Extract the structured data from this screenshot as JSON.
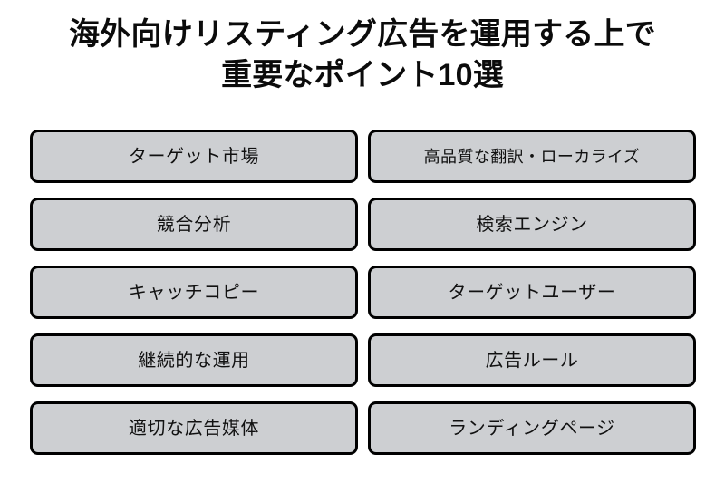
{
  "slide": {
    "background_color": "#ffffff",
    "title": {
      "line1": "海外向けリスティング広告を運用する上で",
      "line2": "重要なポイント10選"
    },
    "box_style": {
      "fill_color": "#cdcfd2",
      "border_color": "#000000",
      "text_color": "#111111"
    },
    "columns": [
      {
        "name": "left-column",
        "items": [
          {
            "label": "ターゲット市場"
          },
          {
            "label": "競合分析"
          },
          {
            "label": "キャッチコピー"
          },
          {
            "label": "継続的な運用"
          },
          {
            "label": "適切な広告媒体"
          }
        ]
      },
      {
        "name": "right-column",
        "items": [
          {
            "label": "高品質な翻訳・ローカライズ"
          },
          {
            "label": "検索エンジン"
          },
          {
            "label": "ターゲットユーザー"
          },
          {
            "label": "広告ルール"
          },
          {
            "label": "ランディングページ"
          }
        ]
      }
    ]
  }
}
